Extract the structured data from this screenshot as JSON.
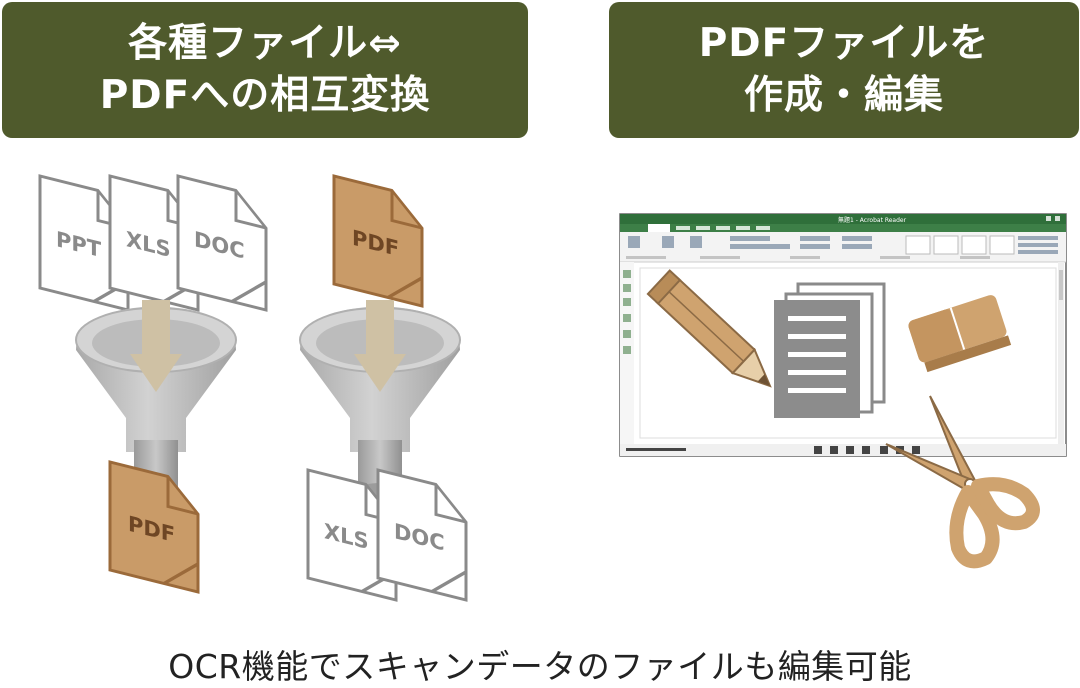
{
  "banners": {
    "left": {
      "line1": "各種ファイル⇔",
      "line2": "PDFへの相互変換"
    },
    "right": {
      "line1": "PDFファイルを",
      "line2": "作成・編集"
    }
  },
  "left_panel": {
    "inputs": [
      "PPT",
      "XLS",
      "DOC"
    ],
    "output": "PDF"
  },
  "middle_panel": {
    "input": "PDF",
    "outputs": [
      "XLS",
      "DOC"
    ]
  },
  "editor": {
    "window_title": "無題1 - Acrobat Reader"
  },
  "footer": {
    "text": "OCR機能でスキャンデータのファイルも編集可能"
  },
  "colors": {
    "banner_bg": "#4f5a2c",
    "banner_text": "#ffffff",
    "pdf_fill": "#c99b68",
    "pdf_stroke": "#9b6a3a",
    "funnel": "#b9b9b9",
    "arrow": "#cfc1a4",
    "tool": "#cfa36f",
    "doc_gray": "#8a8a8a"
  },
  "icons": [
    "funnel-icon",
    "pencil-icon",
    "document-icon",
    "eraser-icon",
    "scissors-icon",
    "arrow-down-icon"
  ]
}
